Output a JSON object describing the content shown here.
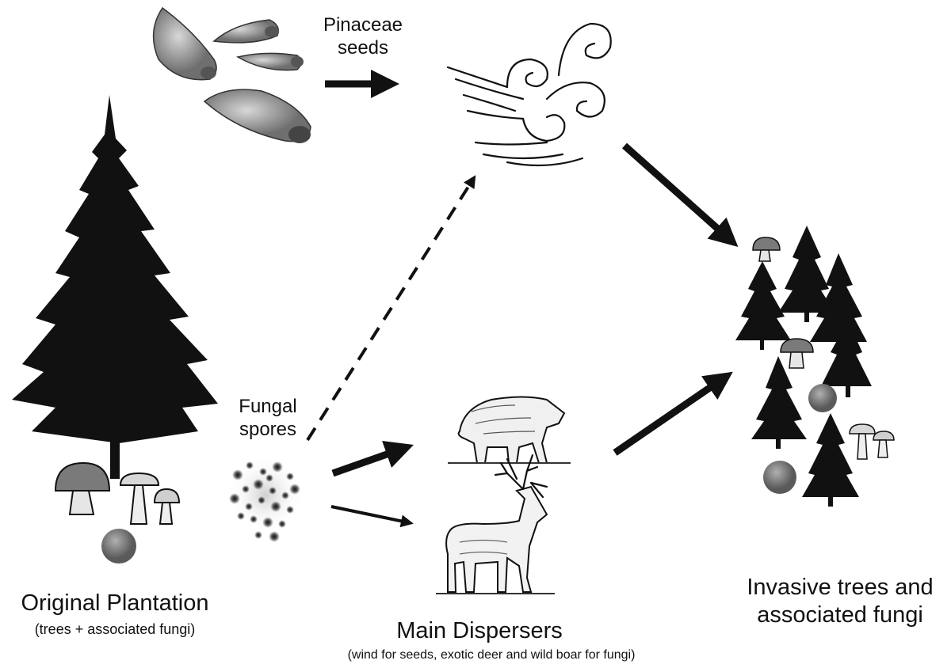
{
  "labels": {
    "pinaceae_seeds": [
      "Pinaceae",
      "seeds"
    ],
    "fungal_spores": [
      "Fungal",
      "spores"
    ],
    "original_plantation_title": "Original Plantation",
    "original_plantation_sub": "(trees + associated fungi)",
    "main_dispersers_title": "Main Dispersers",
    "main_dispersers_sub": "(wind for seeds, exotic deer and wild boar for fungi)",
    "invasive_title": [
      "Invasive trees and",
      "associated fungi"
    ]
  },
  "icons": {
    "original_tree": "conifer-tree-icon",
    "seeds": "winged-seed-icon",
    "wind": "wind-swirl-icon",
    "spores": "spore-cloud-icon",
    "boar": "wild-boar-icon",
    "deer": "deer-icon",
    "mushroom": "mushroom-icon",
    "truffle": "truffle-icon"
  },
  "colors": {
    "ink": "#111111",
    "mushroom_cap": "#7a7a7a",
    "mushroom_stem": "#e6e6e6",
    "truffle": "#8c8c8c",
    "seed": "#9a9a9a"
  }
}
